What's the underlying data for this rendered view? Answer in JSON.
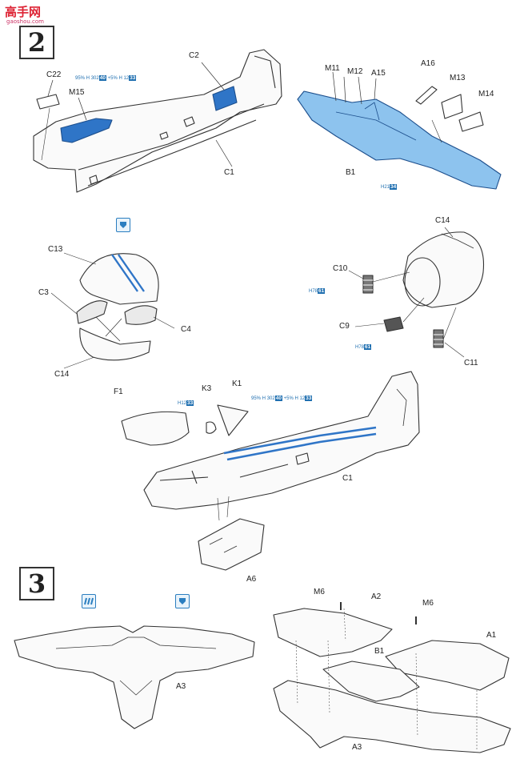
{
  "watermark": {
    "text": "高手网",
    "sub": "gaoshou.com"
  },
  "steps": [
    {
      "number": "2"
    },
    {
      "number": "3"
    }
  ],
  "labels": {
    "c22": "C22",
    "m15": "M15",
    "c2": "C2",
    "c1_top": "C1",
    "m11": "M11",
    "m12": "M12",
    "a15": "A15",
    "a16": "A16",
    "m13": "M13",
    "m14": "M14",
    "b1_top": "B1",
    "c13": "C13",
    "c3": "C3",
    "c4": "C4",
    "c14_left": "C14",
    "c14_right": "C14",
    "c10": "C10",
    "c9": "C9",
    "c11": "C11",
    "f1": "F1",
    "k3": "K3",
    "k1": "K1",
    "c1_mid": "C1",
    "a6": "A6",
    "a3_left": "A3",
    "m6_a": "M6",
    "a2": "A2",
    "m6_b": "M6",
    "a1": "A1",
    "b1_bottom": "B1",
    "a3_right": "A3"
  },
  "paint_refs": {
    "top_left": {
      "p1": "95% H",
      "c1": "302",
      "c1b": "40",
      "p2": "+5% H",
      "c2": "12",
      "c2b": "33"
    },
    "b1_paint": {
      "p": "H",
      "c": "21",
      "cb": "34"
    },
    "c10_paint": {
      "p": "H",
      "c": "78",
      "cb": "61"
    },
    "c9_paint": {
      "p": "H",
      "c": "78",
      "cb": "61"
    },
    "k3_paint": {
      "p": "H",
      "c": "12",
      "cb": "33"
    },
    "mid": {
      "p1": "95% H",
      "c1": "302",
      "c1b": "40",
      "p2": "+5% H",
      "c2": "12",
      "c2b": "33"
    }
  },
  "icons": [
    "cement-icon",
    "flip-side-icon",
    "cement-icon"
  ],
  "colors": {
    "highlight": "#5b9bd5",
    "highlight_dark": "#2f75c7",
    "line": "#333333"
  }
}
